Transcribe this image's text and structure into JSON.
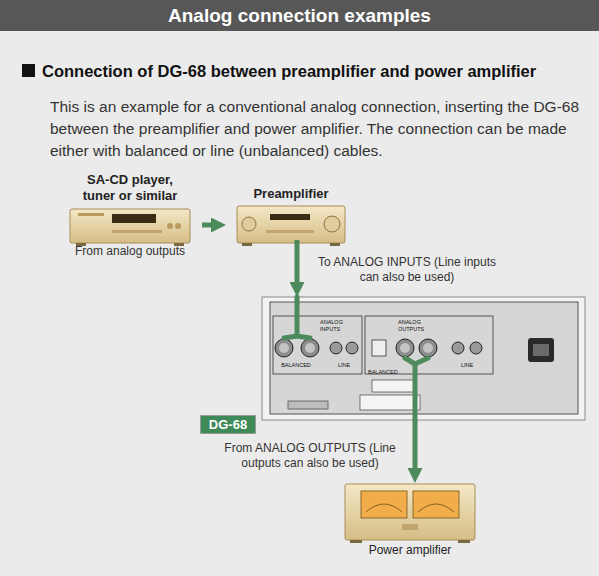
{
  "diagram": {
    "title": "Analog connection examples",
    "nodes": [
      {
        "text": [
          "SA-CD player, tuner or similar",
          "From analog outputs"
        ]
      },
      {
        "text": [
          "Preamplifier"
        ]
      },
      {
        "text": [
          "DG-68"
        ]
      },
      {
        "text": [
          "Power amplifier"
        ]
      }
    ],
    "edges": [
      {
        "from": 0,
        "to": 1,
        "arrow": "to"
      },
      {
        "from": 1,
        "to": 2,
        "label": "To ANALOG INPUTS (Line inputs can also be used)",
        "arrow": "to"
      },
      {
        "from": 2,
        "to": 3,
        "label": "From ANALOG OUTPUTS (Line outputs can also be used)",
        "arrow": "to"
      }
    ],
    "labels": [
      "Connection of DG-68 between preamplifier and power amplifier",
      "This is an example for a conventional analog connection, inserting the DG-68 between the preamplifier and power amplifier. The connection can be made either with balanced or line (unbalanced) cables.",
      "ANALOG INPUTS",
      "BALANCED",
      "LINE",
      "ANALOG OUTPUTS",
      "BALANCED",
      "LINE"
    ]
  }
}
